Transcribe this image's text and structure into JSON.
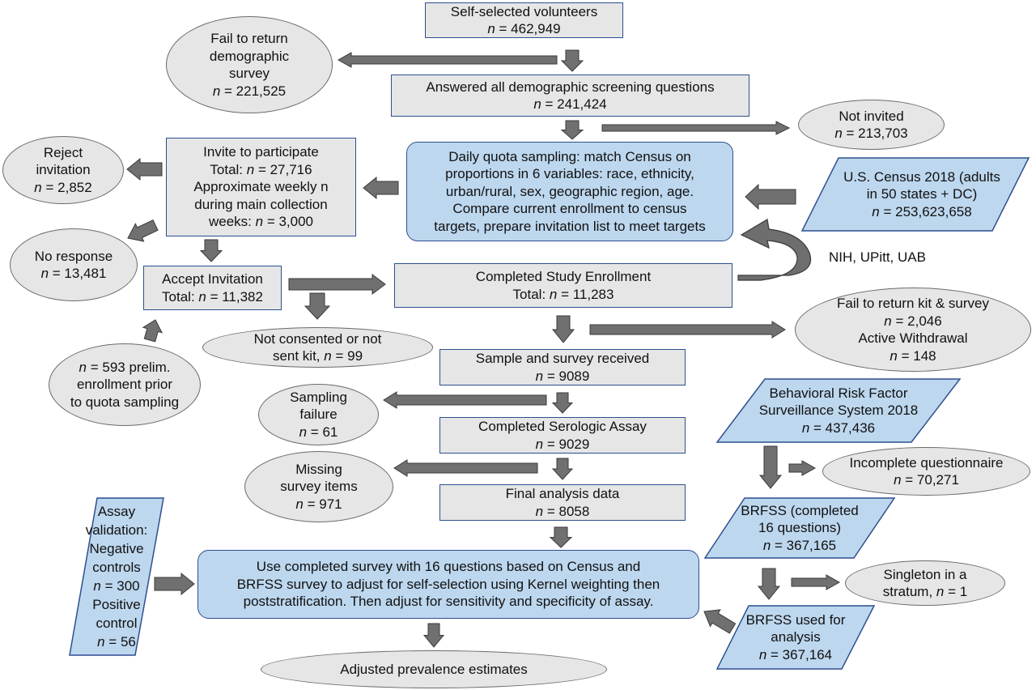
{
  "nodes": {
    "volunteers": [
      "Self-selected volunteers",
      "n = 462,949"
    ],
    "fail_demo": [
      "Fail to return",
      "demographic",
      "survey",
      "n = 221,525"
    ],
    "answered": [
      "Answered all demographic screening questions",
      "n = 241,424"
    ],
    "not_invited": [
      "Not invited",
      "n = 213,703"
    ],
    "invite": [
      "Invite to participate",
      "Total: n = 27,716",
      "Approximate weekly n",
      "during main collection",
      "weeks: n = 3,000"
    ],
    "reject": [
      "Reject",
      "invitation",
      "n = 2,852"
    ],
    "quota": [
      "Daily quota sampling: match Census on",
      "proportions in 6 variables: race, ethnicity,",
      "urban/rural, sex, geographic region, age.",
      "Compare current enrollment to census",
      "targets, prepare invitation list to meet targets"
    ],
    "census": [
      "U.S. Census 2018 (adults",
      "in 50 states + DC)",
      "n = 253,623,658"
    ],
    "no_response": [
      "No response",
      "n = 13,481"
    ],
    "accept": [
      "Accept Invitation",
      "Total: n = 11,382"
    ],
    "enrolled": [
      "Completed Study Enrollment",
      "Total: n = 11,283"
    ],
    "not_consented": [
      "Not consented or not",
      "sent kit, n = 99"
    ],
    "fail_kit": [
      "Fail to return kit & survey",
      "n = 2,046",
      "Active Withdrawal",
      "n = 148"
    ],
    "prelim": [
      "n = 593 prelim.",
      "enrollment prior",
      "to quota sampling"
    ],
    "sample_received": [
      "Sample and survey received",
      "n = 9089"
    ],
    "sampling_failure": [
      "Sampling",
      "failure",
      "n = 61"
    ],
    "serologic": [
      "Completed Serologic Assay",
      "n = 9029"
    ],
    "brfss2018": [
      "Behavioral Risk Factor",
      "Surveillance System 2018",
      "n = 437,436"
    ],
    "missing": [
      "Missing",
      "survey items",
      "n = 971"
    ],
    "final": [
      "Final analysis data",
      "n = 8058"
    ],
    "incomplete": [
      "Incomplete questionnaire",
      "n = 70,271"
    ],
    "assay": [
      "Assay",
      "validation:",
      "Negative",
      "controls",
      "n = 300",
      "Positive",
      "control",
      "n = 56"
    ],
    "brfss_completed": [
      "BRFSS (completed",
      "16 questions)",
      "n = 367,165"
    ],
    "adjust": [
      "Use completed survey with 16 questions based on Census and",
      "BRFSS survey to adjust for self-selection using Kernel weighting then",
      "poststratification. Then adjust for sensitivity and specificity of assay."
    ],
    "singleton": [
      "Singleton in a",
      "stratum, n = 1"
    ],
    "brfss_used": [
      "BRFSS used for",
      "analysis",
      "n = 367,164"
    ],
    "adjusted": [
      "Adjusted prevalence estimates"
    ]
  },
  "loop_label": "NIH, UPitt, UAB",
  "colors": {
    "gray_fill": "#e6e6e6",
    "blue_fill": "#bdd7ee",
    "border_blue": "#2f4f8f",
    "arrow": "#707070"
  }
}
